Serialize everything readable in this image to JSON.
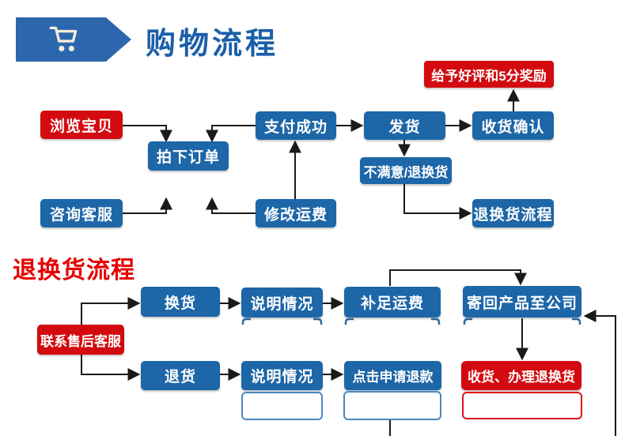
{
  "header": {
    "banner_icon": "shopping-cart-icon",
    "title": "购物流程"
  },
  "sections": {
    "purchase_flow": {
      "nodes": {
        "browse": "浏览宝贝",
        "place_order": "拍下订单",
        "consult_service": "咨询客服",
        "payment_success": "支付成功",
        "modify_shipping": "修改运费",
        "ship_goods": "发货",
        "confirm_receipt": "收货确认",
        "good_review": "给予好评和5分奖励",
        "not_satisfied": "不满意/退换货",
        "return_flow_link": "退换货流程"
      }
    },
    "return_flow": {
      "title": "退换货流程",
      "nodes": {
        "contact_after_sales": "联系售后客服",
        "exchange": "换货",
        "explain_1": "说明情况",
        "pay_shipping_diff": "补足运费",
        "send_back": "寄回产品至公司",
        "refund": "退货",
        "explain_2": "说明情况",
        "apply_refund": "点击申请退款",
        "handle_return": "收货、办理退换货"
      }
    }
  },
  "colors": {
    "node_blue": "#1d66a7",
    "banner_blue": "#2c67ae",
    "title_blue": "#1a5fa8",
    "node_red": "#d30b10",
    "title_red": "#e60000",
    "empty_box_blue_border": "#4e86c0",
    "empty_box_red_border": "#e0111d",
    "connector_line": "#1a1a1a",
    "cart_icon_cream": "#f3edda"
  }
}
